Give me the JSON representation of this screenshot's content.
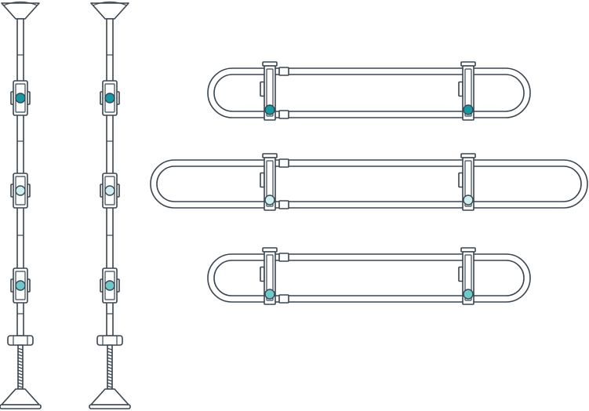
{
  "colors": {
    "line": "#3a4550",
    "background": "#ffffff",
    "dot_dark": "#159aa5",
    "dot_light": "#cdeff0",
    "dot_mid": "#6ccacd"
  },
  "poles": [
    {
      "name": "pole-left",
      "clamp_colors": [
        "dot_dark",
        "dot_light",
        "dot_mid"
      ]
    },
    {
      "name": "pole-right",
      "clamp_colors": [
        "dot_dark",
        "dot_light",
        "dot_mid"
      ]
    }
  ],
  "bars": [
    {
      "name": "bar-short-top",
      "color": "dot_dark"
    },
    {
      "name": "bar-long-middle",
      "color": "dot_light"
    },
    {
      "name": "bar-short-bottom",
      "color": "dot_mid"
    }
  ]
}
